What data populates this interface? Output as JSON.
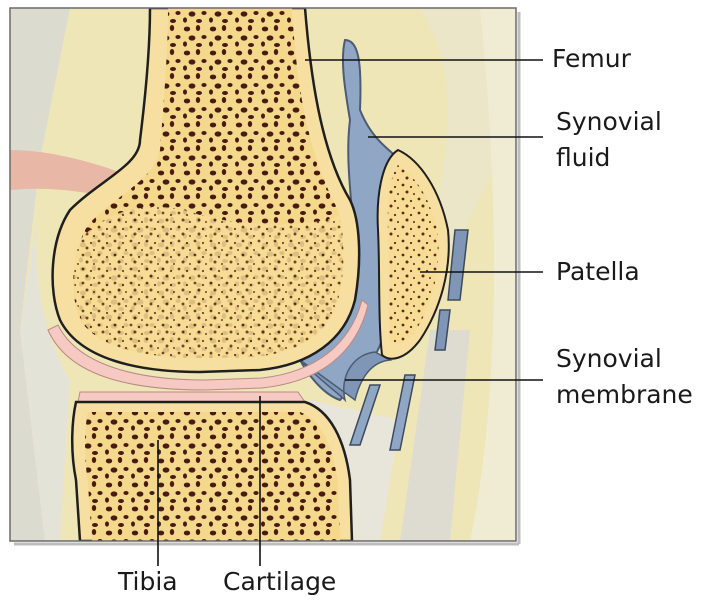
{
  "labels": {
    "femur": "Femur",
    "synovial_fluid_line1": "Synovial",
    "synovial_fluid_line2": "fluid",
    "patella": "Patella",
    "synovial_membrane_line1": "Synovial",
    "synovial_membrane_line2": "membrane",
    "tibia": "Tibia",
    "cartilage": "Cartilage"
  },
  "colors": {
    "bone": "#f4d98d",
    "bone_pore": "#4a1a12",
    "cartilage": "#f6c9c2",
    "synovial_fluid": "#8fa6c4",
    "soft_tissue": "#efe6b8",
    "ligament": "#d9d8cc",
    "frame": "#6a6a6a"
  }
}
